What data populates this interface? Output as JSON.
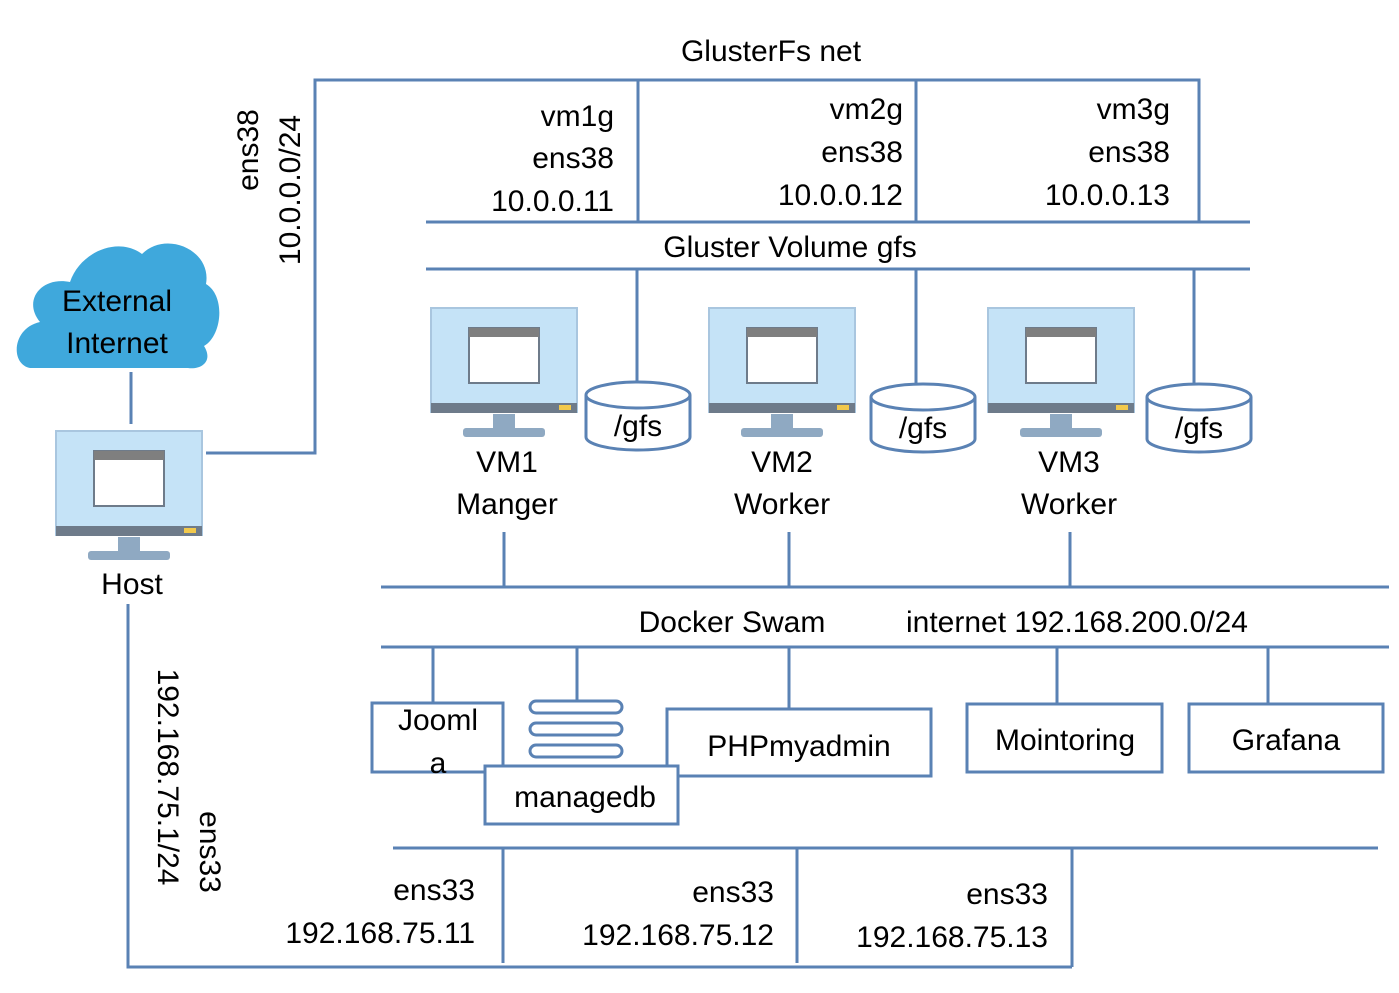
{
  "cloud": {
    "line1": "External",
    "line2": "Internet"
  },
  "host": {
    "label": "Host"
  },
  "glusterfs_net": {
    "title": "GlusterFs net",
    "iface": "ens38",
    "subnet": "10.0.0.0/24"
  },
  "gluster_nodes": [
    {
      "name": "vm1g",
      "iface": "ens38",
      "ip": "10.0.0.11"
    },
    {
      "name": "vm2g",
      "iface": "ens38",
      "ip": "10.0.0.12"
    },
    {
      "name": "vm3g",
      "iface": "ens38",
      "ip": "10.0.0.13"
    }
  ],
  "gluster_volume": {
    "label": "Gluster Volume gfs"
  },
  "vms": [
    {
      "name": "VM1",
      "role": "Manger",
      "mount": "/gfs"
    },
    {
      "name": "VM2",
      "role": "Worker",
      "mount": "/gfs"
    },
    {
      "name": "VM3",
      "role": "Worker",
      "mount": "/gfs"
    }
  ],
  "swarm": {
    "label": "Docker Swam",
    "network": "internet 192.168.200.0/24"
  },
  "services": {
    "joomla_line1": "Jooml",
    "joomla_line2": "a",
    "managedb": "managedb",
    "phpmyadmin": "PHPmyadmin",
    "monitoring": "Mointoring",
    "grafana": "Grafana"
  },
  "host_net": {
    "subnet": "192.168.75.1/24",
    "iface": "ens33"
  },
  "ens33_nodes": [
    {
      "iface": "ens33",
      "ip": "192.168.75.11"
    },
    {
      "iface": "ens33",
      "ip": "192.168.75.12"
    },
    {
      "iface": "ens33",
      "ip": "192.168.75.13"
    }
  ],
  "colors": {
    "line": "#5a82b4",
    "cloud": "#3fa8dc",
    "monitor_body": "#c5e3f7",
    "monitor_frame": "#a9c6df",
    "monitor_bar": "#6e7b8a",
    "screen_window_bar": "#7f7f7f",
    "led": "#f2c94c"
  }
}
